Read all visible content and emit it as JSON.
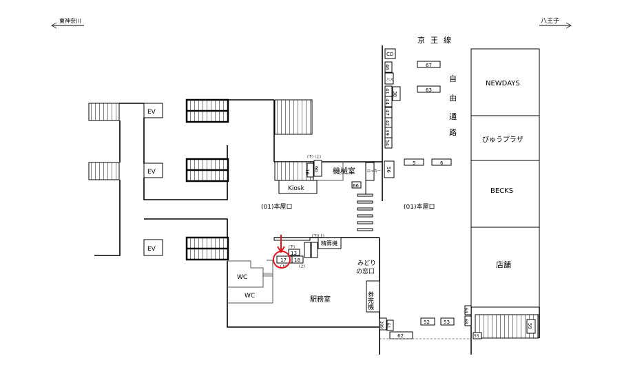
{
  "directions": {
    "left": "東神奈川",
    "right": "八王子"
  },
  "line_label": "京王線",
  "line_chars": [
    "京",
    "王",
    "線"
  ],
  "passage_chars": [
    "自",
    "由",
    "通",
    "路"
  ],
  "shops": [
    {
      "id": "newdays",
      "label": "NEWDAYS"
    },
    {
      "id": "view-plaza",
      "label": "びゅうプラザ"
    },
    {
      "id": "becks",
      "label": "BECKS"
    },
    {
      "id": "store",
      "label": "店舗"
    }
  ],
  "rooms": {
    "machine_room": "機械室",
    "kiosk": "Kiosk",
    "locker": "ロッカー",
    "fare_adjust": "精算機",
    "midori_1": "みどり",
    "midori_2": "の窓口",
    "ticket_machine": "券売機",
    "station_office": "駅務室",
    "wc_1": "WC",
    "wc_2": "WC",
    "ev_1": "EV",
    "ev_2": "EV",
    "ev_3": "EV",
    "cd": "CD",
    "bus": "バス"
  },
  "exits": {
    "left": "(01)本屋口",
    "right": "(01)本屋口"
  },
  "wall_numbers": [
    "46",
    "41",
    "44",
    "47",
    "42",
    "39",
    "54"
  ],
  "numbers": {
    "n67": "67",
    "n63": "63",
    "n38": "38",
    "n5": "5",
    "n6": "6",
    "n56": "56",
    "n66": "66",
    "n16": "16",
    "n60": "60",
    "n13": "13",
    "n17": "17",
    "n18": "18",
    "n52": "52",
    "n53": "53",
    "n62": "62",
    "n61": "61",
    "n399": "399",
    "n64": "64",
    "n68": "68",
    "n55": "55",
    "n59": "59"
  },
  "small_notes": {
    "down": "(下)",
    "up": "(上)",
    "down_up": "(下)(上)"
  },
  "marker": {
    "target": "17",
    "color": "#e0141e"
  }
}
